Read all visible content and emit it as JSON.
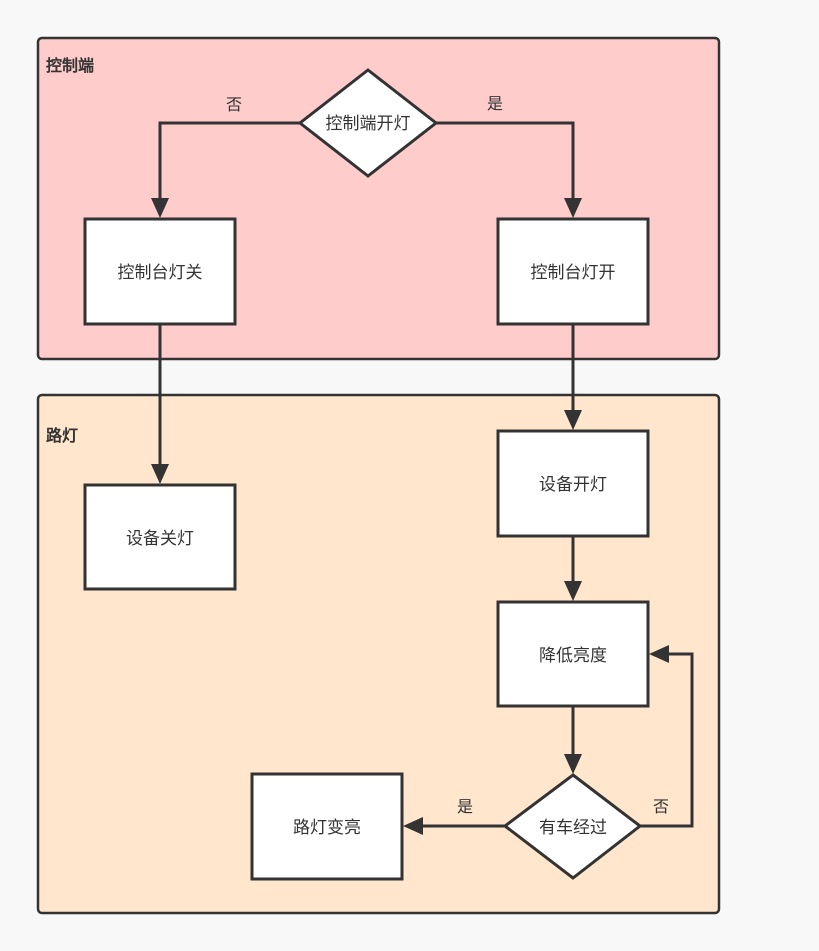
{
  "colors": {
    "background": "#f8f8f8",
    "stroke": "#333333",
    "lane_control": "#ffcccc",
    "lane_streetlight": "#ffe6cc",
    "node_fill": "#ffffff"
  },
  "lanes": {
    "control": {
      "title": "控制端"
    },
    "streetlight": {
      "title": "路灯"
    }
  },
  "nodes": {
    "decision_console_on": "控制端开灯",
    "console_off": "控制台灯关",
    "console_on": "控制台灯开",
    "device_off": "设备关灯",
    "device_on": "设备开灯",
    "reduce_brightness": "降低亮度",
    "decision_car": "有车经过",
    "light_brighten": "路灯变亮"
  },
  "edge_labels": {
    "console_no": "否",
    "console_yes": "是",
    "car_yes": "是",
    "car_no": "否"
  }
}
